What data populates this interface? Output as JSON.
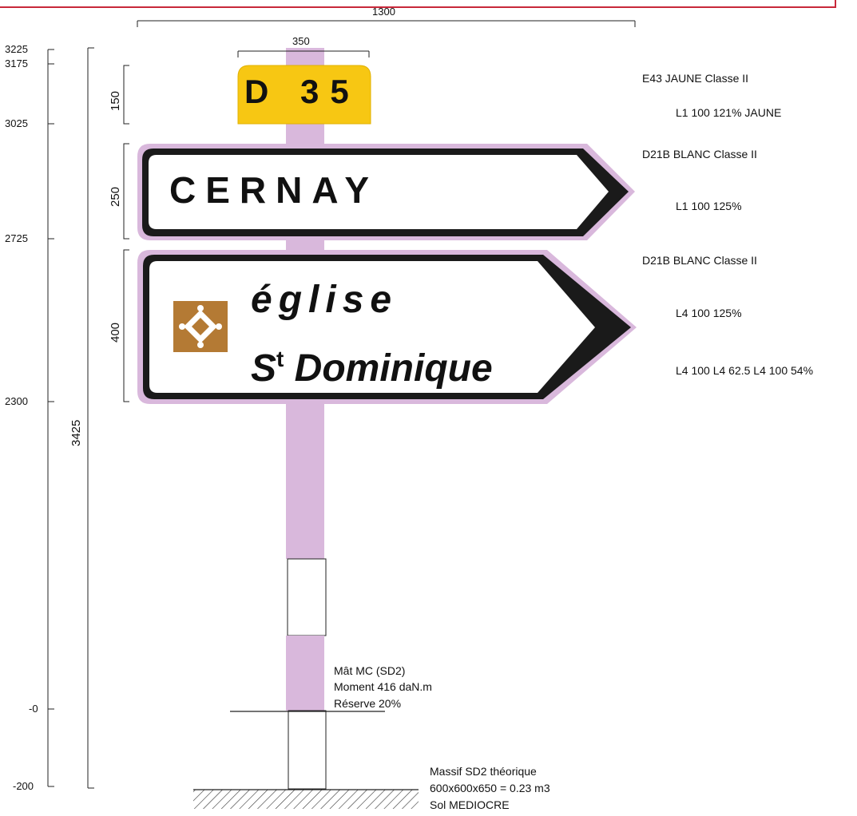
{
  "dimensions": {
    "total_width": "1300",
    "cartouche_width": "350",
    "left_scale": [
      "3225",
      "3175",
      "3025",
      "2725",
      "2300",
      "-0",
      "-200"
    ],
    "total_height": "3425",
    "panel_heights": {
      "cartouche": "150",
      "cernay": "250",
      "eglise": "400"
    }
  },
  "signs": {
    "cartouche": {
      "text": "D 35",
      "color": "#f7c713"
    },
    "cernay": {
      "text": "CERNAY"
    },
    "eglise": {
      "line1": "église",
      "line2_main": "S",
      "line2_sup": "t",
      "line2_rest": " Dominique",
      "pictogram_color": "#b47a34"
    }
  },
  "notes": {
    "cartouche_spec": "E43 JAUNE Classe II",
    "cartouche_font": "L1 100 121% JAUNE",
    "cernay_spec": "D21B BLANC Classe II",
    "cernay_font": "L1 100 125%",
    "eglise_spec": "D21B BLANC Classe II",
    "eglise_font1": "L4 100 125%",
    "eglise_font2": "L4 100 L4 62.5 L4 100 54%"
  },
  "mast": {
    "line1": "Mât MC (SD2)",
    "line2": "Moment 416 daN.m",
    "line3": "Réserve 20%",
    "color": "#d9b8dc"
  },
  "foundation": {
    "line1": "Massif SD2 théorique",
    "line2": "600x600x650 = 0.23 m3",
    "line3": "Sol MEDIOCRE"
  }
}
